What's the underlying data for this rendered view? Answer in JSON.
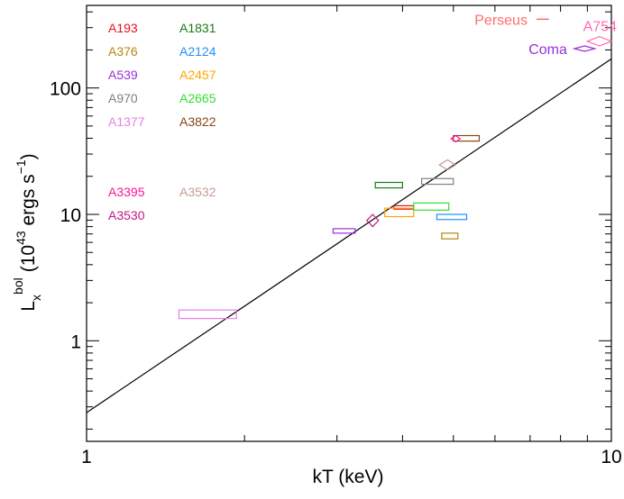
{
  "chart_data": {
    "type": "scatter",
    "title": "",
    "xlabel": "kT (keV)",
    "ylabel": {
      "base": "L",
      "sub": "x",
      "sup": "bol",
      "unit_prefix": "(10",
      "unit_exp": "43",
      "unit_mid": " ergs s",
      "unit_exp2": "−1",
      "unit_suffix": ")"
    },
    "xscale": "log",
    "yscale": "log",
    "xlim": [
      1,
      10
    ],
    "ylim": [
      0.16,
      450
    ],
    "x_ticks": [
      {
        "value": 1,
        "label": "1"
      },
      {
        "value": 10,
        "label": "10"
      }
    ],
    "y_ticks": [
      {
        "value": 1,
        "label": "1"
      },
      {
        "value": 10,
        "label": "10"
      },
      {
        "value": 100,
        "label": "100"
      }
    ],
    "fit_line": {
      "x": [
        1,
        10
      ],
      "y": [
        0.27,
        170
      ]
    },
    "series": [
      {
        "name": "A193",
        "color": "#e8101c",
        "shape": "rect",
        "x": [
          3.85,
          4.2
        ],
        "y": [
          11.0,
          11.7
        ]
      },
      {
        "name": "A376",
        "color": "#b8860b",
        "shape": "rect",
        "x": [
          4.75,
          5.1
        ],
        "y": [
          6.4,
          7.1
        ]
      },
      {
        "name": "A539",
        "color": "#9b30d9",
        "shape": "rect",
        "x": [
          2.95,
          3.25
        ],
        "y": [
          7.1,
          7.7
        ]
      },
      {
        "name": "A970",
        "color": "#808080",
        "shape": "rect",
        "x": [
          4.35,
          5.0
        ],
        "y": [
          17.3,
          19.2
        ]
      },
      {
        "name": "A1377",
        "color": "#e87ee8",
        "shape": "rect",
        "x": [
          1.5,
          1.93
        ],
        "y": [
          1.5,
          1.75
        ]
      },
      {
        "name": "A1831",
        "color": "#1b7a1b",
        "shape": "rect",
        "x": [
          3.55,
          4.0
        ],
        "y": [
          16.2,
          17.9
        ]
      },
      {
        "name": "A2124",
        "color": "#1e90ff",
        "shape": "rect",
        "x": [
          4.65,
          5.3
        ],
        "y": [
          9.1,
          10.0
        ]
      },
      {
        "name": "A2457",
        "color": "#ffa500",
        "shape": "rect",
        "x": [
          3.7,
          4.2
        ],
        "y": [
          9.6,
          11.2
        ]
      },
      {
        "name": "A2665",
        "color": "#33dd33",
        "shape": "rect",
        "x": [
          4.2,
          4.9
        ],
        "y": [
          10.8,
          12.3
        ]
      },
      {
        "name": "A3822",
        "color": "#8b4513",
        "shape": "rect",
        "x": [
          5.0,
          5.6
        ],
        "y": [
          38.0,
          42.0
        ]
      },
      {
        "name": "A3395",
        "color": "#ff1493",
        "shape": "diamond",
        "x": [
          4.95,
          5.15
        ],
        "y": [
          37.5,
          42.0
        ]
      },
      {
        "name": "A3532",
        "color": "#c49c94",
        "shape": "diamond",
        "x": [
          4.7,
          5.05
        ],
        "y": [
          22.5,
          27.0
        ]
      },
      {
        "name": "A3530",
        "color": "#c71585",
        "shape": "diamond",
        "x": [
          3.42,
          3.6
        ],
        "y": [
          8.0,
          10.0
        ]
      },
      {
        "name": "Perseus",
        "color": "#ff6b6b",
        "shape": "dash",
        "x": [
          7.2,
          7.6
        ],
        "y": [
          350,
          350
        ]
      },
      {
        "name": "Coma",
        "color": "#9b30d9",
        "shape": "diamond",
        "x": [
          8.5,
          9.3
        ],
        "y": [
          195,
          215
        ]
      },
      {
        "name": "A754",
        "color": "#ff69b4",
        "shape": "diamond",
        "x": [
          9.0,
          10.0
        ],
        "y": [
          215,
          255
        ]
      }
    ],
    "legend": {
      "placement": "top-left",
      "columns": [
        [
          "A193",
          "A376",
          "A539",
          "A970",
          "A1377",
          "",
          "",
          "A3395",
          "A3530"
        ],
        [
          "A1831",
          "A2124",
          "A2457",
          "A2665",
          "A3822",
          "",
          "",
          "A3532"
        ]
      ]
    },
    "annotations": [
      {
        "text": "Perseus",
        "color": "#ff6b6b"
      },
      {
        "text": "A754",
        "color": "#ff69b4"
      },
      {
        "text": "Coma",
        "color": "#9b30d9"
      }
    ]
  }
}
